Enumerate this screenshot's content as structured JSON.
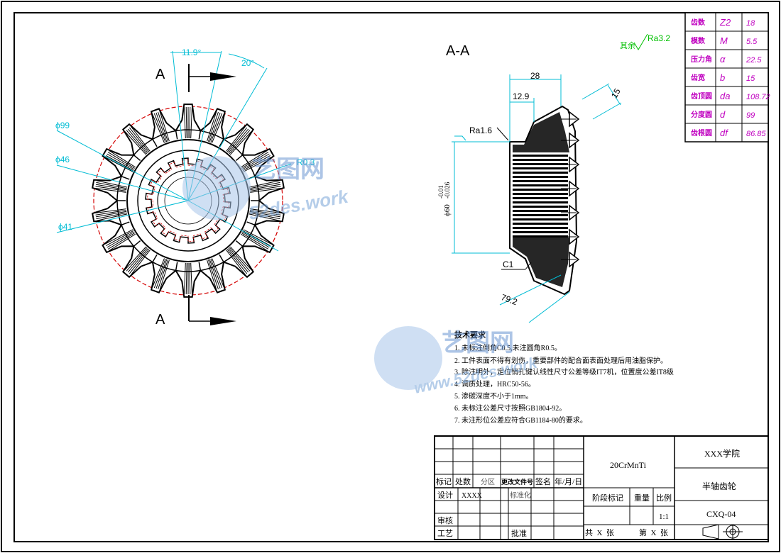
{
  "colors": {
    "outline": "#000000",
    "dimension": "#00bcd4",
    "gear_fill": "#000000",
    "red_circle": "#d40000",
    "param_text": "#c000c0",
    "green_note": "#00c000",
    "watermark": "#7aa6d8"
  },
  "front_view": {
    "section_label_top": "A",
    "section_label_bottom": "A",
    "angle_1": "11.9°",
    "angle_2": "20°",
    "dia_99": "ϕ99",
    "dia_46": "ϕ46",
    "dia_41": "ϕ41",
    "radius": "R0.3"
  },
  "section_view": {
    "title": "A-A",
    "dim_28": "28",
    "dim_12_9": "12.9",
    "dim_15": "15",
    "roughness_1_6": "Ra1.6",
    "bore_dim": "ϕ60",
    "tol_upper": "-0.01",
    "tol_lower": "-0.026",
    "chamfer": "C1",
    "dim_79_2": "79.2"
  },
  "surface_note": {
    "prefix": "其余",
    "value": "Ra3.2"
  },
  "param_table": [
    {
      "name": "齿数",
      "symbol": "Z2",
      "value": "18"
    },
    {
      "name": "模数",
      "symbol": "M",
      "value": "5.5"
    },
    {
      "name": "压力角",
      "symbol": "α",
      "value": "22.5"
    },
    {
      "name": "齿宽",
      "symbol": "b",
      "value": "15"
    },
    {
      "name": "齿顶圆",
      "symbol": "da",
      "value": "108.72"
    },
    {
      "name": "分度圆",
      "symbol": "d",
      "value": "99"
    },
    {
      "name": "齿根圆",
      "symbol": "df",
      "value": "86.85"
    }
  ],
  "tech_req": {
    "title": "技术要求",
    "items": [
      "1. 未标注倒角C0.5,未注圆角R0.5。",
      "2. 工件表面不得有划伤，重要部件的配合面表面处理后用油脂保护。",
      "3. 除注明外，定位销孔键认线性尺寸公差等级IT7机，位置度公差IT8级",
      "4. 调质处理，HRC50-56。",
      "5. 渗碳深度不小于1mm。",
      "6. 未标注公差尺寸按照GB1804-92。",
      "7. 未注形位公差应符合GB1184-80的要求。"
    ]
  },
  "title_block": {
    "mark": "标记",
    "count": "处数",
    "zone": "分区",
    "change_doc": "更改文件号",
    "sign": "签名",
    "date": "年/月/日",
    "design": "设计",
    "design_name": "XXXX",
    "standardize": "标准化",
    "review": "审核",
    "process": "工艺",
    "approve": "批准",
    "material": "20CrMnTi",
    "stage_mark": "阶段标记",
    "weight": "重量",
    "scale": "比例",
    "scale_value": "1:1",
    "total_sheets": "共  X  张",
    "sheet_no": "第  X  张",
    "school": "XXX学院",
    "part_name": "半轴齿轮",
    "drawing_no": "CXQ-04"
  },
  "watermark": {
    "brand": "艺图网",
    "url_1": "52des.work",
    "url_2": "www.52des.work"
  }
}
